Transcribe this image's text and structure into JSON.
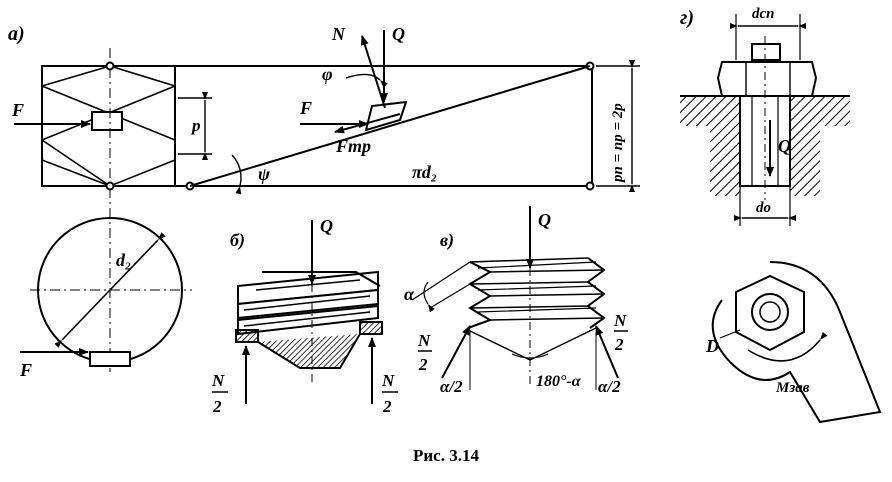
{
  "caption": "Рис. 3.14",
  "panels": {
    "a": {
      "tag": "a)",
      "labels": {
        "N": "N",
        "Q": "Q",
        "phi": "φ",
        "F": "F",
        "p": "p",
        "friction": "Fтр",
        "base": "πd₂",
        "psi": "ψ",
        "pitch": "pп = np = 2p",
        "F_bottom": "F",
        "diameter": "d₂"
      }
    },
    "b": {
      "tag": "б)",
      "labels": {
        "Q": "Q",
        "N": "N",
        "two": "2",
        "N_right": "N",
        "two_right": "2"
      }
    },
    "v": {
      "tag": "в)",
      "labels": {
        "Q": "Q",
        "alpha": "α",
        "N_left": "N",
        "two_left": "2",
        "half_left": "α/2",
        "angle": "180°-α",
        "half_right": "α/2",
        "N_right": "N",
        "two_right": "2"
      }
    },
    "g": {
      "tag": "г)",
      "labels": {
        "d_top": "dсп",
        "Q": "Q",
        "d_bottom": "dо",
        "D": "D",
        "M": "Mзав"
      }
    }
  }
}
